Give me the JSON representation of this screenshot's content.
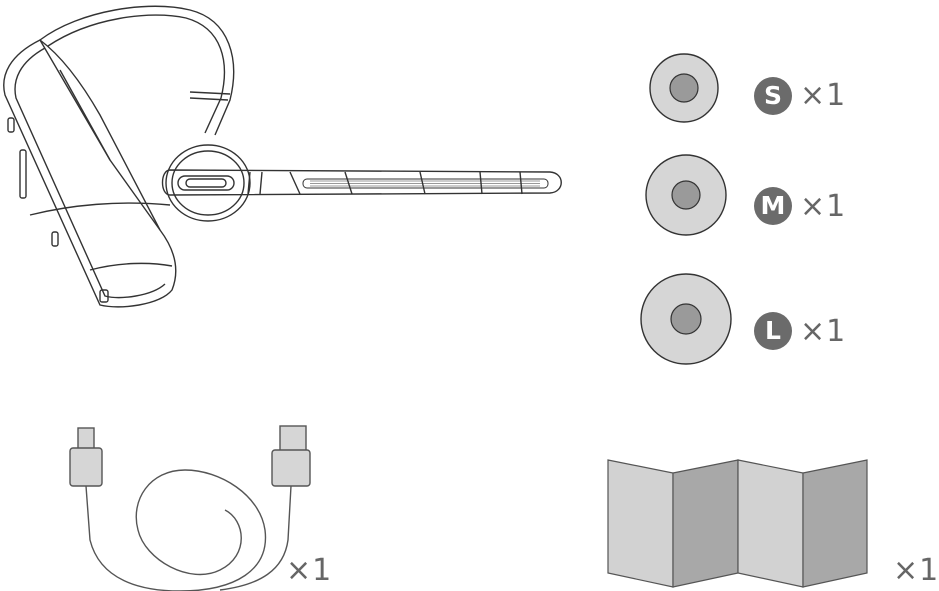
{
  "items": {
    "headset": {
      "icon": "bluetooth-headset-icon"
    },
    "eartips": [
      {
        "size": "S",
        "qty": "×1",
        "icon": "eartip-small-icon"
      },
      {
        "size": "M",
        "qty": "×1",
        "icon": "eartip-medium-icon"
      },
      {
        "size": "L",
        "qty": "×1",
        "icon": "eartip-large-icon"
      }
    ],
    "cable": {
      "qty": "×1",
      "icon": "usb-cable-icon"
    },
    "manual": {
      "qty": "×1",
      "icon": "folded-manual-icon"
    }
  },
  "colors": {
    "line": "#333333",
    "eartip_outer": "#d6d6d6",
    "eartip_inner": "#9a9a9a",
    "badge": "#6b6b6b",
    "manual_light": "#d2d2d2",
    "manual_dark": "#a8a8a8"
  }
}
